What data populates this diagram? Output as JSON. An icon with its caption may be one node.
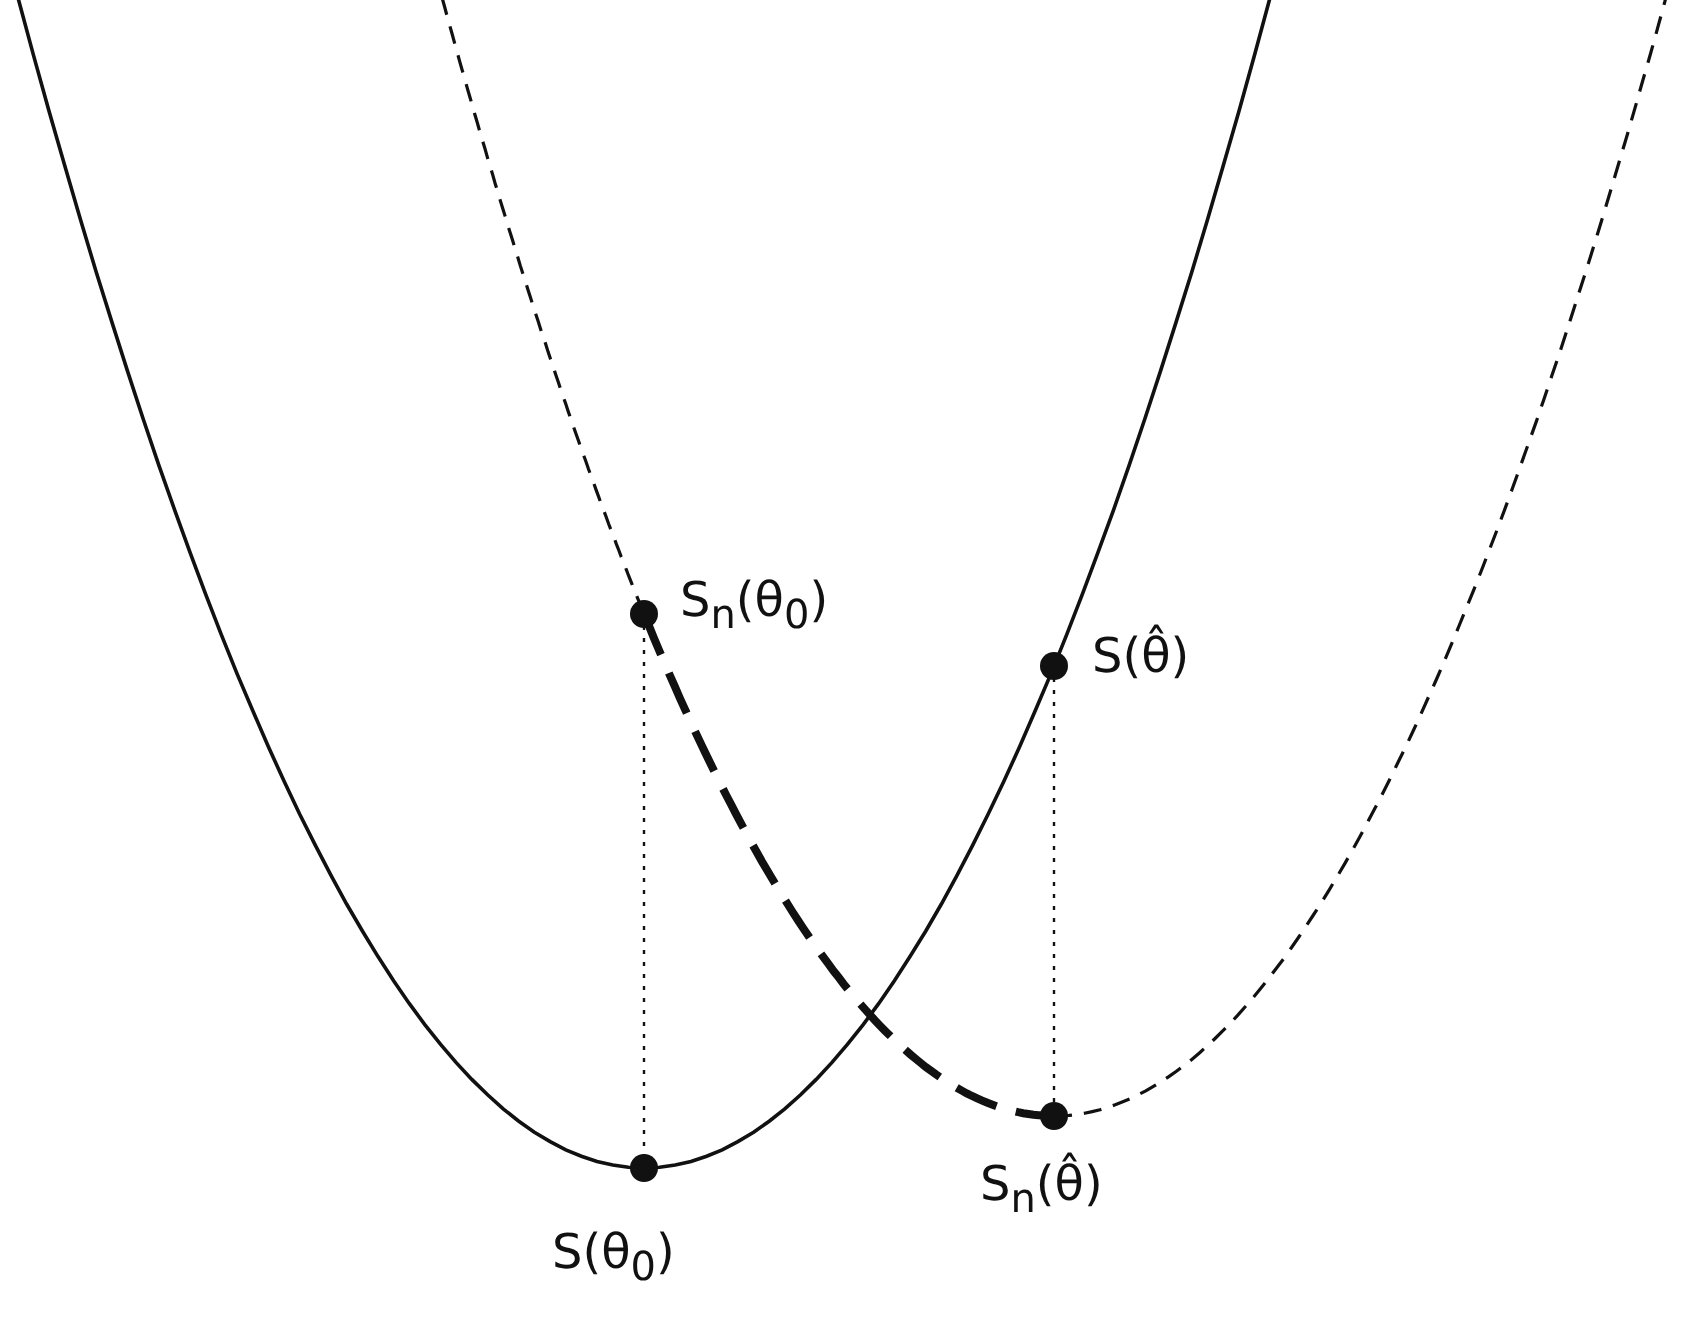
{
  "diagram": {
    "labels": [
      "S$_{n}$(θ$_{0}$)",
      "S(θ̂)",
      "S(θ$_{0}$)",
      "S$_{n}$(θ̂)"
    ]
  }
}
